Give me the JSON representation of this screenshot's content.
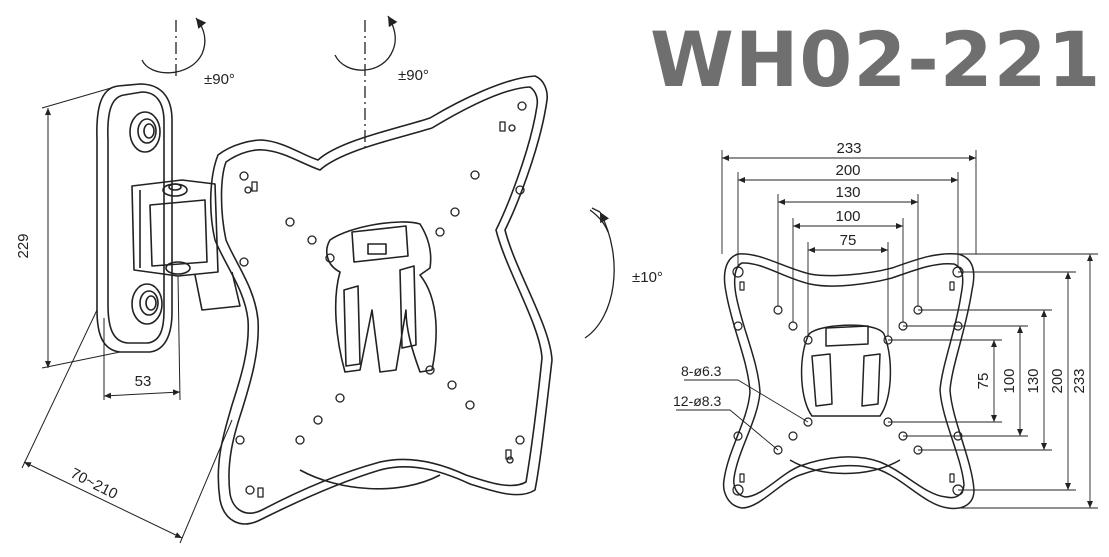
{
  "title": "WH02-221",
  "side_view": {
    "height_label": "229",
    "depth_label": "53",
    "extension_label": "70~210",
    "swivel_arm_label": "±90°",
    "swivel_plate_label": "±90°",
    "tilt_label": "±10°"
  },
  "front_view": {
    "width_labels": [
      "233",
      "200",
      "130",
      "100",
      "75"
    ],
    "height_labels": [
      "75",
      "100",
      "130",
      "200",
      "233"
    ],
    "hole_label_small": "8-ø6.3",
    "hole_label_large": "12-ø8.3"
  }
}
